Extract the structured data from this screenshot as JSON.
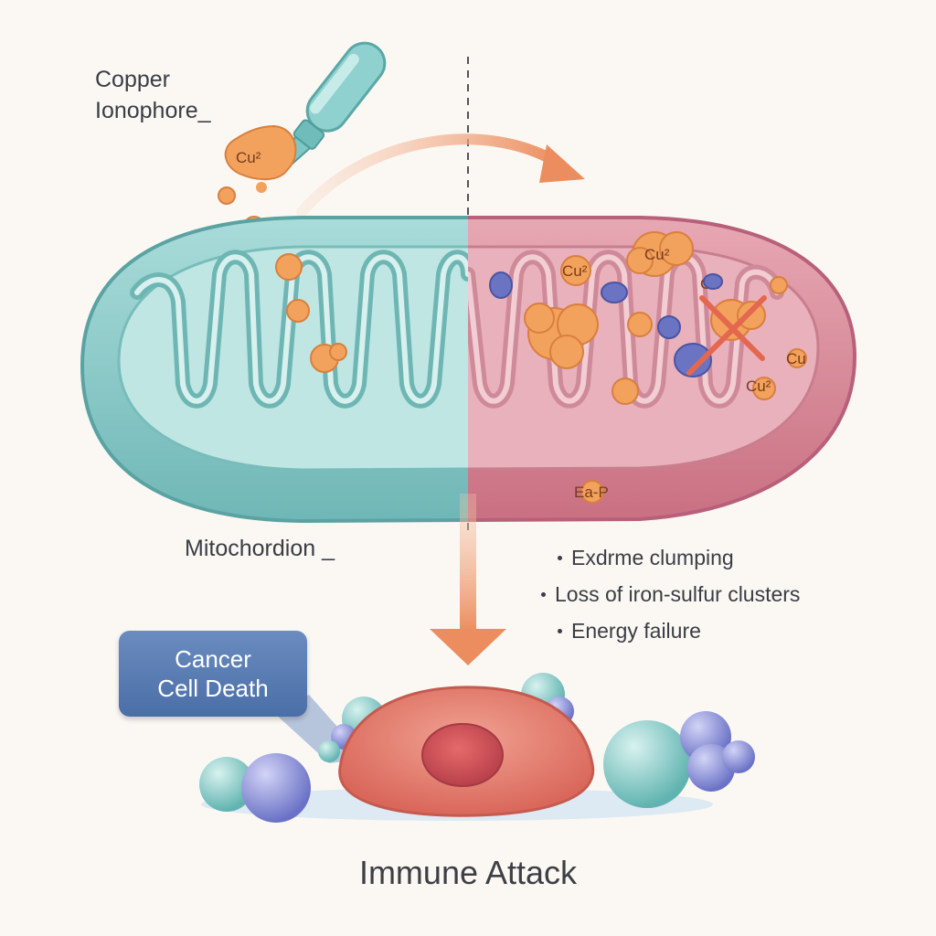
{
  "labels": {
    "copper_ionophore_line1": "Copper",
    "copper_ionophore_line2": "Ionophore_",
    "mitochondrion": "Mitochordion _",
    "callout_line1": "Cancer",
    "callout_line2": "Cell Death",
    "immune_attack": "Immune Attack"
  },
  "effects": [
    "Exdrme clumping",
    "Loss of iron-sulfur clusters",
    "Energy failure"
  ],
  "molecule_labels": {
    "dropper": "Cu²",
    "inner_1": "Cu²",
    "inner_2": "Cu²",
    "inner_3": "Cu",
    "inner_4": "Cu²",
    "inner_5": "Cu",
    "outer": "Ea-P"
  },
  "colors": {
    "healthy_mito": "#8fcfcd",
    "damaged_mito": "#d98a98",
    "copper": "#f2a25c",
    "arrow": "#ec8d5f",
    "callout": "#5577ad",
    "cancer_cell": "#e77e6f",
    "immune_cell_teal": "#8fd3cf",
    "immune_cell_purple": "#8f95d8"
  }
}
